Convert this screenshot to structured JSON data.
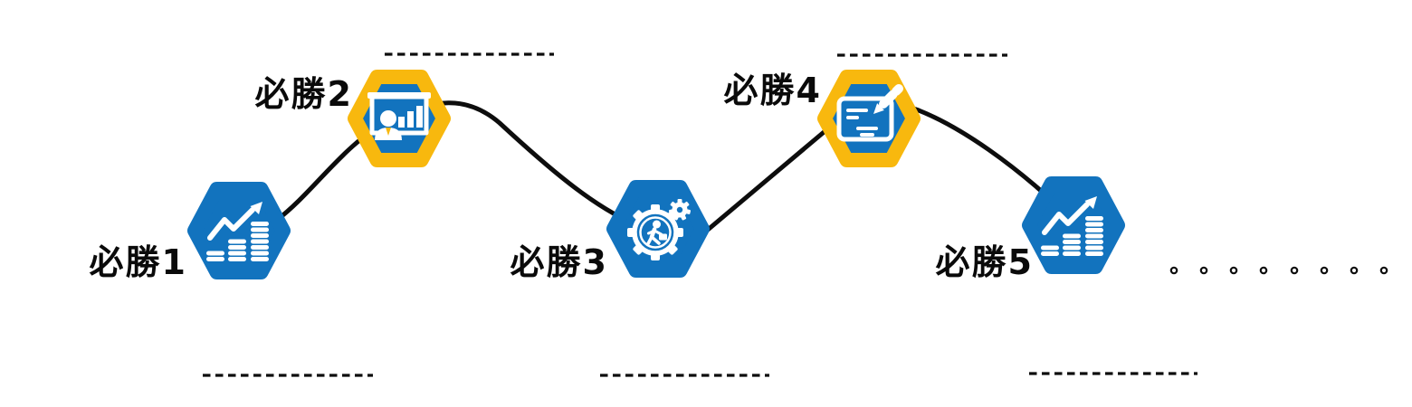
{
  "colors": {
    "blue": "#1273BE",
    "yellow": "#F8B80E",
    "line": "#0D0D0D",
    "background": "#FFFFFF"
  },
  "steps": [
    {
      "label": "必勝1",
      "color": "blue",
      "icon": "growth-chart-coins-icon"
    },
    {
      "label": "必勝2",
      "color": "yellow",
      "icon": "presentation-chart-icon"
    },
    {
      "label": "必勝3",
      "color": "blue",
      "icon": "gear-businessman-icon"
    },
    {
      "label": "必勝4",
      "color": "yellow",
      "icon": "note-pen-icon"
    },
    {
      "label": "必勝5",
      "color": "blue",
      "icon": "growth-chart-coins-icon"
    }
  ],
  "decorations": {
    "top_placeholder_dashes": 2,
    "bottom_placeholder_dashes": 3,
    "trailing_dots": 8
  }
}
